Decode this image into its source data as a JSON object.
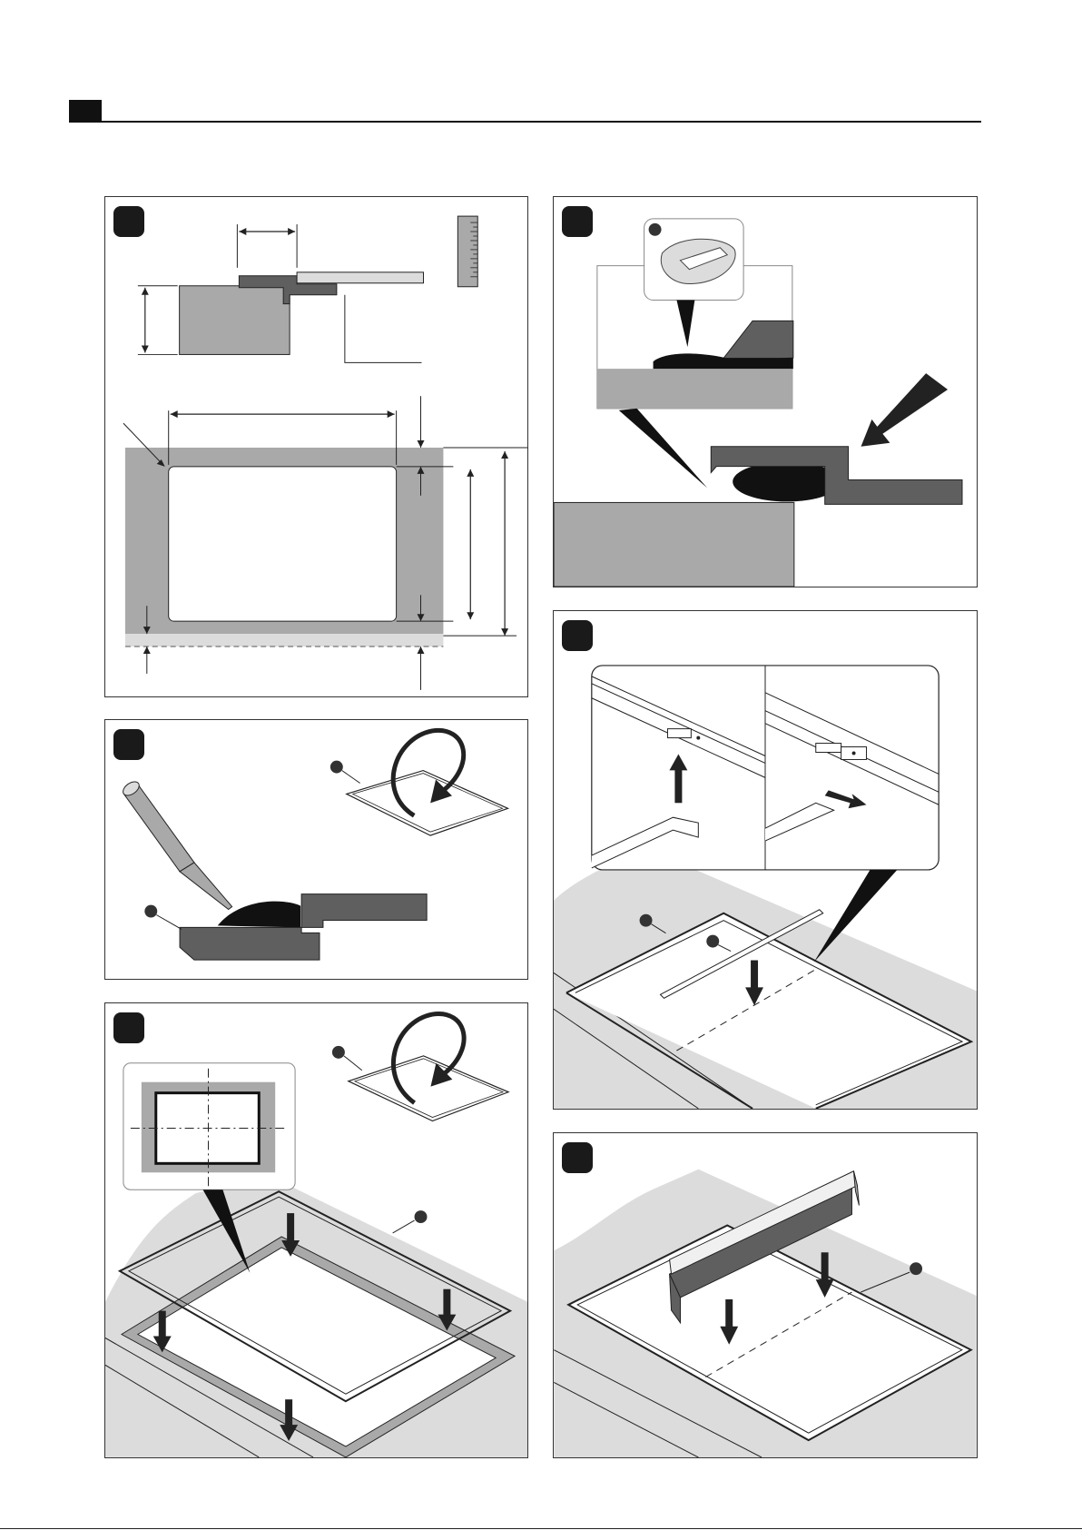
{
  "colors": {
    "dark_metal": "#5f5f5f",
    "mid_grey": "#a9a9a9",
    "light_grey": "#dcdcdc",
    "line": "#1a1a1a",
    "badge": "#1a1a1a"
  },
  "panels": [
    {
      "id": "step-1",
      "content": "cutout-dimensions-diagram"
    },
    {
      "id": "step-2",
      "content": "silicone-sealant-application"
    },
    {
      "id": "step-3",
      "content": "frame-placement-into-cutout"
    },
    {
      "id": "step-4",
      "content": "cleaning-excess-sealant"
    },
    {
      "id": "step-5",
      "content": "inserting-support-bracket"
    },
    {
      "id": "step-6",
      "content": "inserting-appliance"
    }
  ],
  "icons": [
    "ruler-icon",
    "rotate-arrow-icon",
    "silicone-gun-icon",
    "cloth-icon",
    "down-arrow-icon",
    "up-arrow-icon"
  ]
}
